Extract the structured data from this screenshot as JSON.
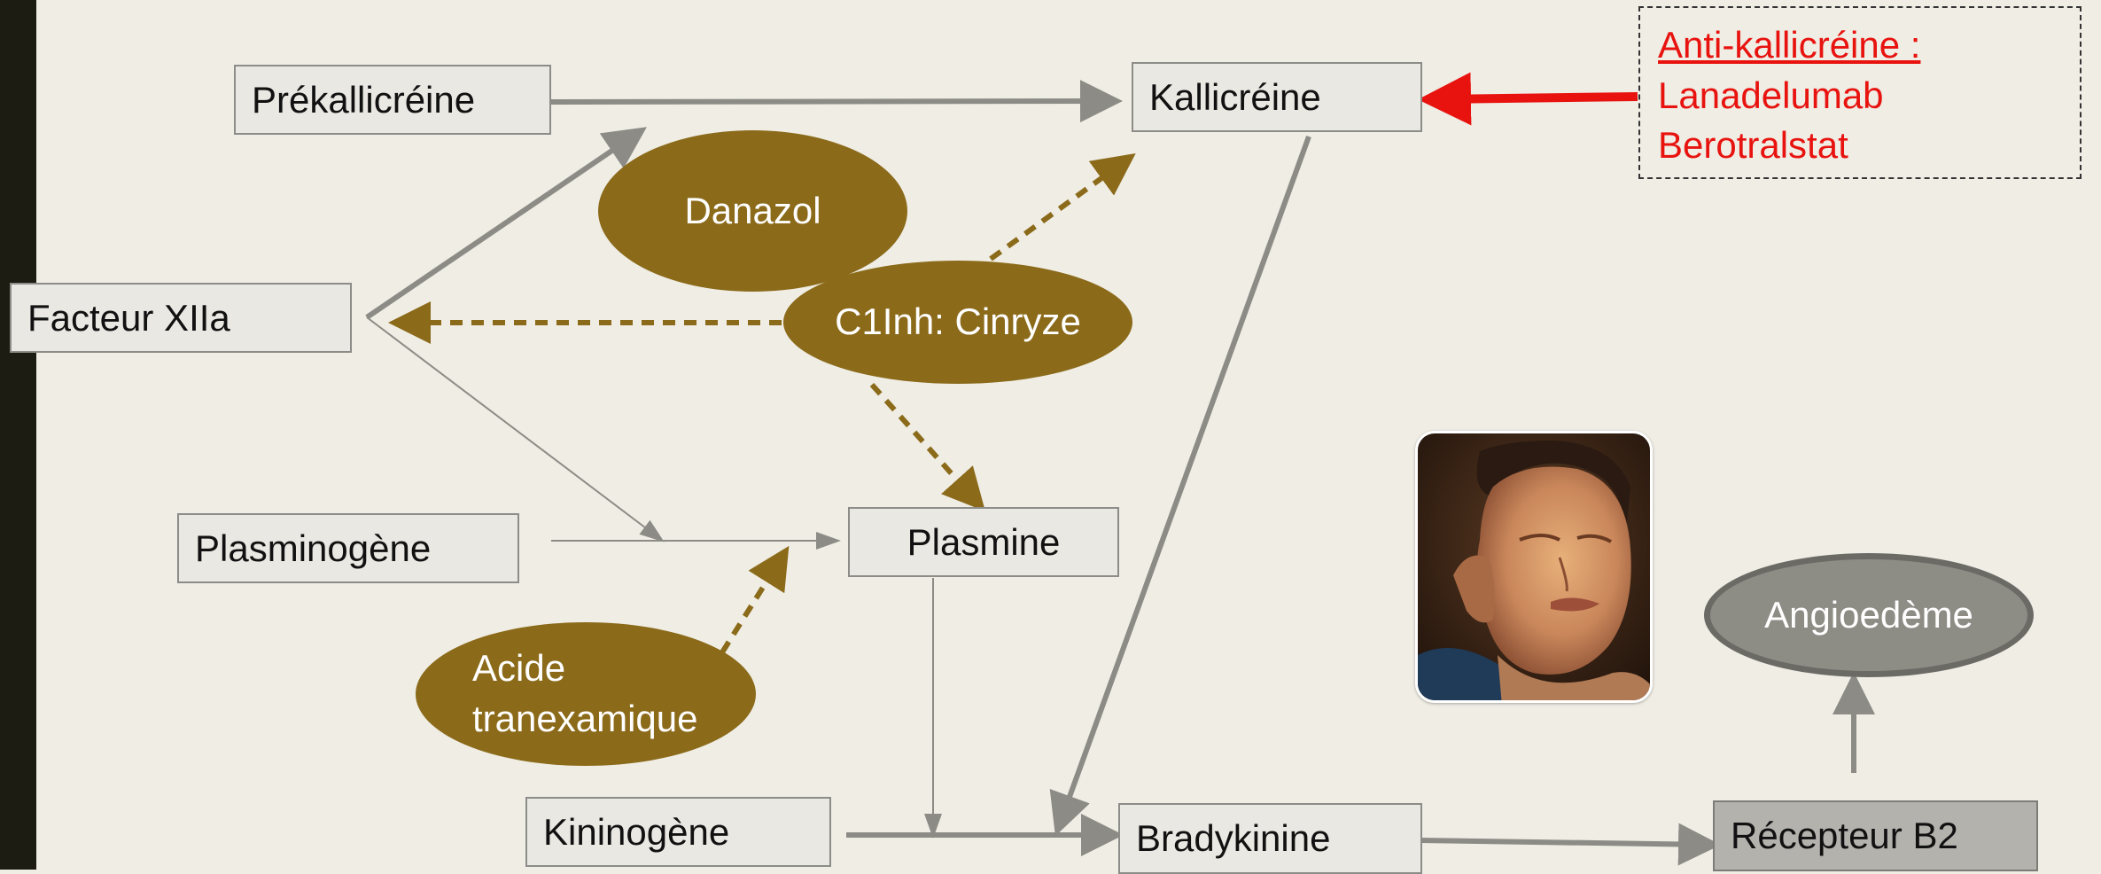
{
  "nodes": {
    "prekallicreine": "Prékallicréine",
    "kallicreine": "Kallicréine",
    "facteur_xiia": "Facteur XIIa",
    "plasminogene": "Plasminogène",
    "plasmine": "Plasmine",
    "kininogene": "Kininogène",
    "bradykinine": "Bradykinine",
    "recepteur_b2": "Récepteur B2"
  },
  "drugs": {
    "danazol": "Danazol",
    "c1inh": "C1Inh: Cinryze",
    "acide_line1": "Acide",
    "acide_line2": "tranexamique",
    "angioedeme": "Angioedème"
  },
  "anti_kallicreine": {
    "title": "Anti-kallicréine :",
    "drugs": [
      "Lanadelumab",
      "Berotralstat"
    ]
  },
  "colors": {
    "arrow": "#8c8b85",
    "drug": "#8b6a1a",
    "inhibitor_text": "#e8130f",
    "background": "#efede4"
  }
}
